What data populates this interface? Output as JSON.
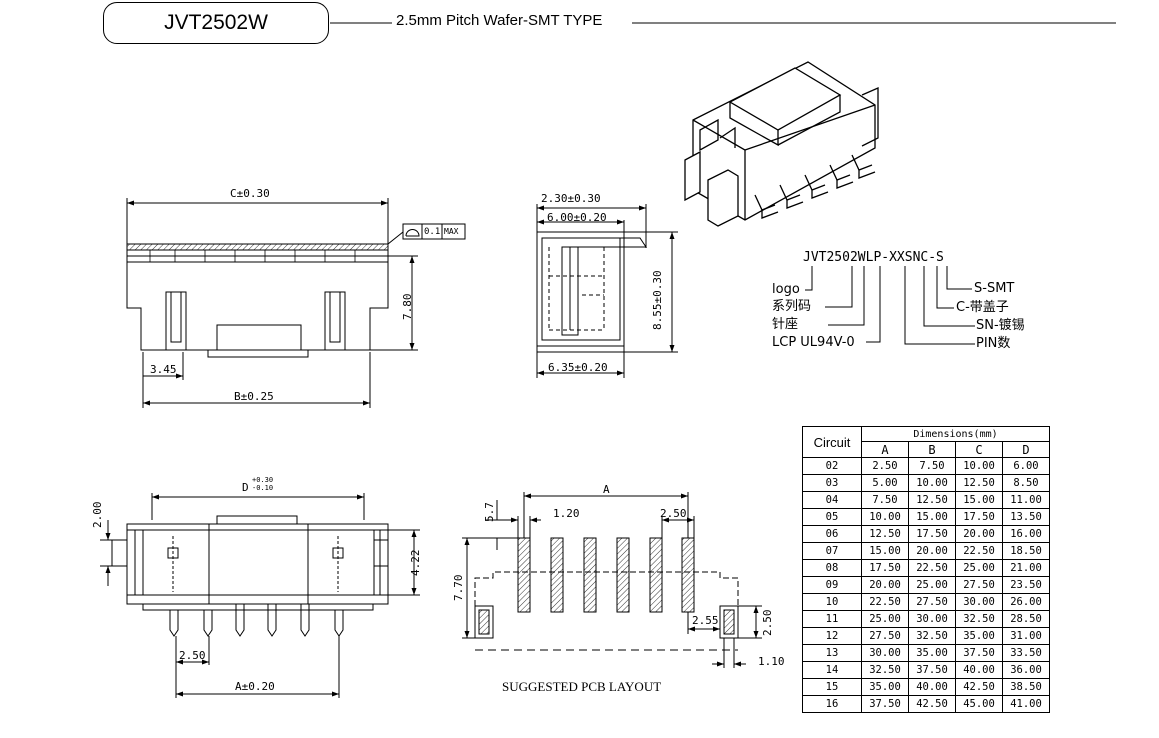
{
  "title": "JVT2502W",
  "subtitle": "2.5mm Pitch Wafer-SMT TYPE",
  "front_view": {
    "dim_c": "C±0.30",
    "dim_b": "B±0.25",
    "dim_345": "3.45",
    "dim_780": "7.80",
    "flatness_value": "0.1",
    "flatness_max": "MAX"
  },
  "side_view": {
    "dim_230": "2.30±0.30",
    "dim_600": "6.00±0.20",
    "dim_855": "8.55±0.30",
    "dim_635": "6.35±0.20"
  },
  "part_number": {
    "code": "JVT2502WLP-XXSNC-S",
    "left_labels": [
      "logo",
      "系列码",
      "针座",
      "LCP UL94V-0"
    ],
    "right_labels": [
      "S-SMT",
      "C-带盖子",
      "SN-镀锡",
      "PIN数"
    ]
  },
  "top_view": {
    "dim_d": "D",
    "dim_d_tol_plus": "+0.30",
    "dim_d_tol_minus": "-0.10",
    "dim_200": "2.00",
    "dim_422": "4.22",
    "dim_250": "2.50",
    "dim_a": "A±0.20"
  },
  "pcb_layout": {
    "caption": "SUGGESTED PCB LAYOUT",
    "dim_a": "A",
    "dim_57": "5.7",
    "dim_120": "1.20",
    "dim_250_top": "2.50",
    "dim_770": "7.70",
    "dim_255": "2.55",
    "dim_250_side": "2.50",
    "dim_110": "1.10"
  },
  "table": {
    "circuit_header": "Circuit",
    "dim_header": "Dimensions(mm)",
    "columns": [
      "A",
      "B",
      "C",
      "D"
    ],
    "rows": [
      [
        "02",
        "2.50",
        "7.50",
        "10.00",
        "6.00"
      ],
      [
        "03",
        "5.00",
        "10.00",
        "12.50",
        "8.50"
      ],
      [
        "04",
        "7.50",
        "12.50",
        "15.00",
        "11.00"
      ],
      [
        "05",
        "10.00",
        "15.00",
        "17.50",
        "13.50"
      ],
      [
        "06",
        "12.50",
        "17.50",
        "20.00",
        "16.00"
      ],
      [
        "07",
        "15.00",
        "20.00",
        "22.50",
        "18.50"
      ],
      [
        "08",
        "17.50",
        "22.50",
        "25.00",
        "21.00"
      ],
      [
        "09",
        "20.00",
        "25.00",
        "27.50",
        "23.50"
      ],
      [
        "10",
        "22.50",
        "27.50",
        "30.00",
        "26.00"
      ],
      [
        "11",
        "25.00",
        "30.00",
        "32.50",
        "28.50"
      ],
      [
        "12",
        "27.50",
        "32.50",
        "35.00",
        "31.00"
      ],
      [
        "13",
        "30.00",
        "35.00",
        "37.50",
        "33.50"
      ],
      [
        "14",
        "32.50",
        "37.50",
        "40.00",
        "36.00"
      ],
      [
        "15",
        "35.00",
        "40.00",
        "42.50",
        "38.50"
      ],
      [
        "16",
        "37.50",
        "42.50",
        "45.00",
        "41.00"
      ]
    ]
  }
}
